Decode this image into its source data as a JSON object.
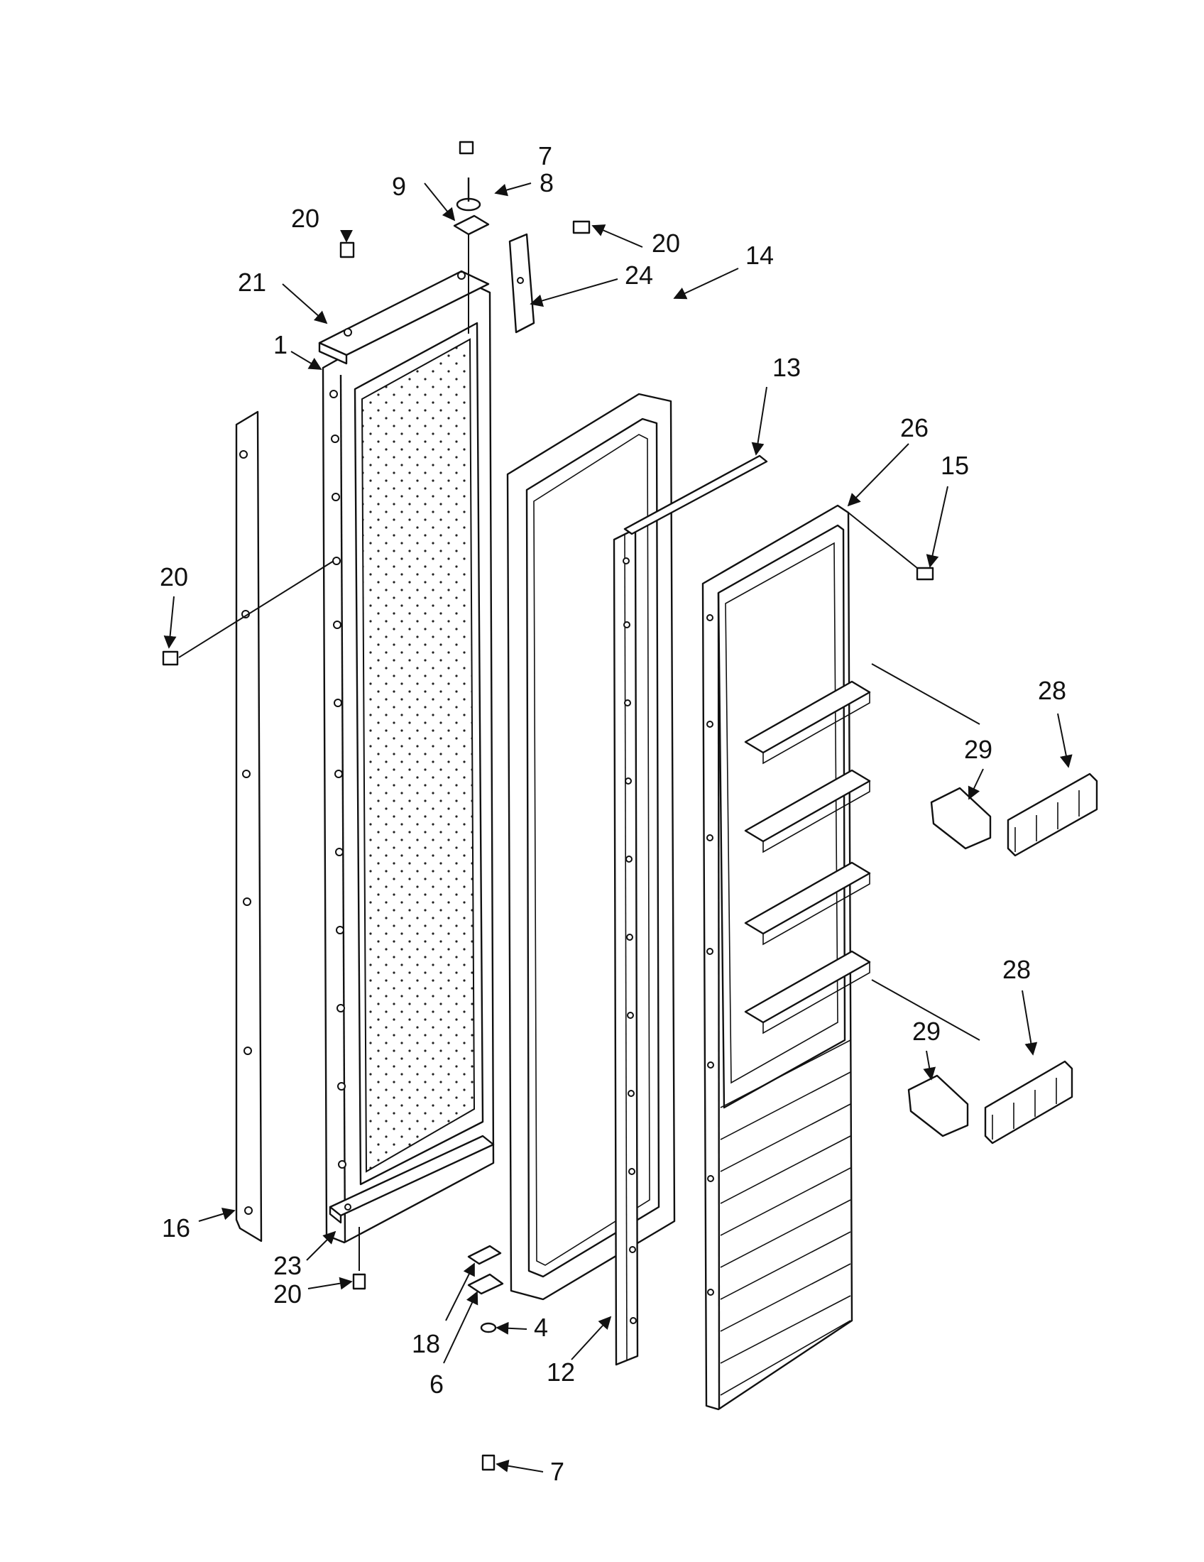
{
  "callouts": {
    "c1": "1",
    "c4": "4",
    "c6": "6",
    "c7a": "7",
    "c7b": "7",
    "c8": "8",
    "c9": "9",
    "c12": "12",
    "c13": "13",
    "c14": "14",
    "c15": "15",
    "c16": "16",
    "c18": "18",
    "c20a": "20",
    "c20b": "20",
    "c20c": "20",
    "c20d": "20",
    "c21": "21",
    "c23": "23",
    "c24": "24",
    "c26": "26",
    "c28a": "28",
    "c28b": "28",
    "c29a": "29",
    "c29b": "29"
  }
}
